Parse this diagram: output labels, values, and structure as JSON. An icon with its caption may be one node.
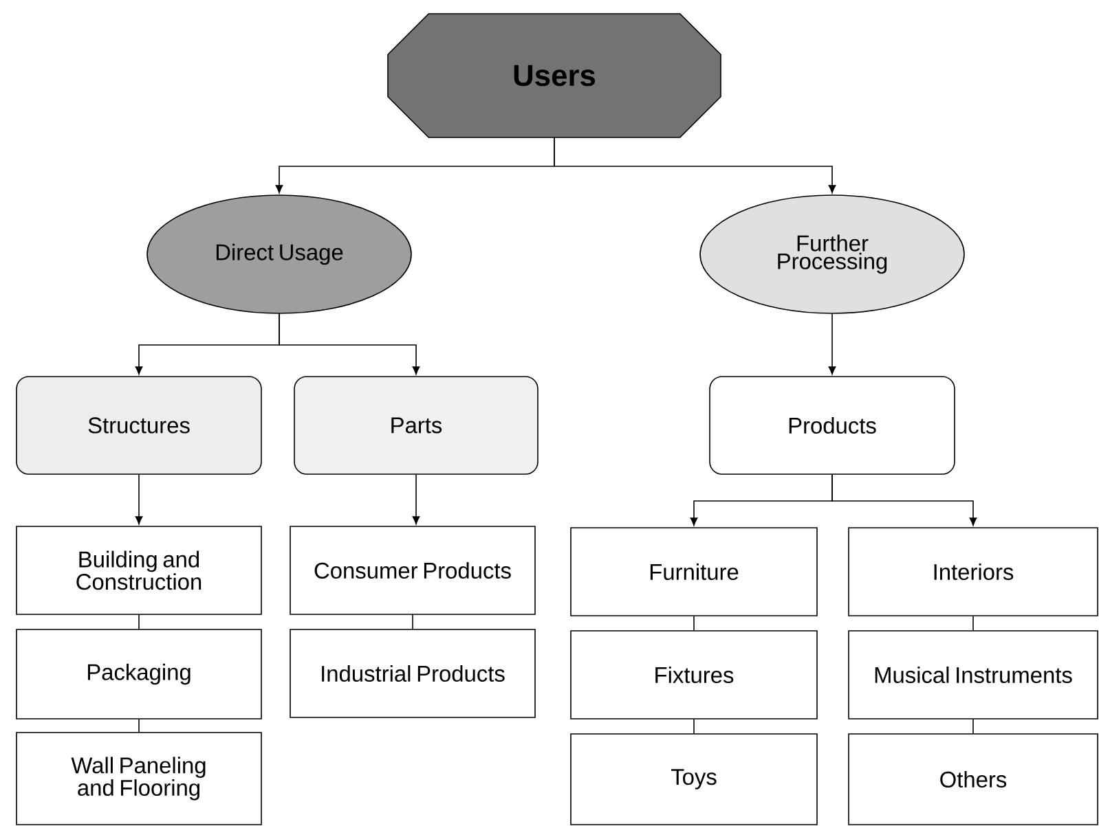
{
  "diagram": {
    "nodes": [
      {
        "text": [
          "Users"
        ]
      },
      {
        "text": [
          "Direct Usage"
        ]
      },
      {
        "text": [
          "Further Processing"
        ]
      },
      {
        "text": [
          "Structures"
        ]
      },
      {
        "text": [
          "Parts"
        ]
      },
      {
        "text": [
          "Products"
        ]
      },
      {
        "text": [
          "Building and Construction"
        ]
      },
      {
        "text": [
          "Packaging"
        ]
      },
      {
        "text": [
          "Wall Paneling and Flooring"
        ]
      },
      {
        "text": [
          "Consumer Products"
        ]
      },
      {
        "text": [
          "Industrial Products"
        ]
      },
      {
        "text": [
          "Furniture"
        ]
      },
      {
        "text": [
          "Fixtures"
        ]
      },
      {
        "text": [
          "Toys"
        ]
      },
      {
        "text": [
          "Interiors"
        ]
      },
      {
        "text": [
          "Musical Instruments"
        ]
      },
      {
        "text": [
          "Others"
        ]
      }
    ],
    "edges": [
      {
        "from": 0,
        "to": 1,
        "arrow": "to"
      },
      {
        "from": 0,
        "to": 2,
        "arrow": "to"
      },
      {
        "from": 1,
        "to": 3,
        "arrow": "to"
      },
      {
        "from": 1,
        "to": 4,
        "arrow": "to"
      },
      {
        "from": 2,
        "to": 5,
        "arrow": "to"
      },
      {
        "from": 3,
        "to": 6,
        "arrow": "to"
      },
      {
        "from": 4,
        "to": 9,
        "arrow": "to"
      },
      {
        "from": 5,
        "to": 11,
        "arrow": "to"
      },
      {
        "from": 5,
        "to": 14,
        "arrow": "to"
      },
      {
        "from": 6,
        "to": 7,
        "arrow": "none"
      },
      {
        "from": 7,
        "to": 8,
        "arrow": "none"
      },
      {
        "from": 9,
        "to": 10,
        "arrow": "none"
      },
      {
        "from": 11,
        "to": 12,
        "arrow": "none"
      },
      {
        "from": 12,
        "to": 13,
        "arrow": "none"
      },
      {
        "from": 14,
        "to": 15,
        "arrow": "none"
      },
      {
        "from": 15,
        "to": 16,
        "arrow": "none"
      }
    ]
  }
}
